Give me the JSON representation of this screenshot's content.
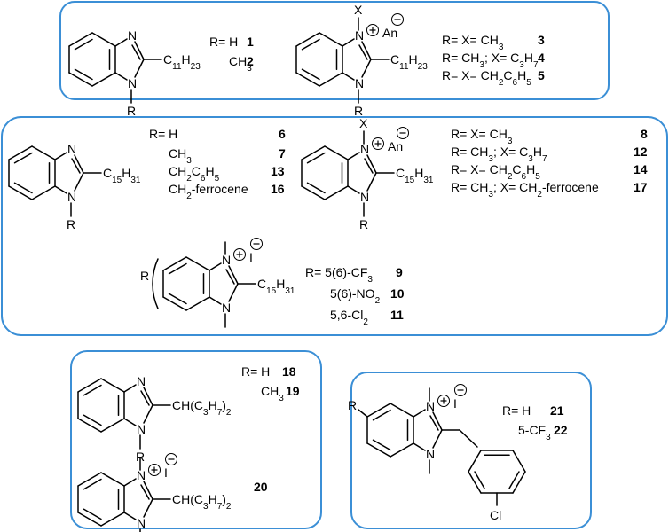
{
  "groups": [
    {
      "id": "g1",
      "entries": [
        {
          "r": "R= H",
          "n": "1"
        },
        {
          "r": "CH3",
          "n": "2"
        },
        {
          "r": "R= X= CH3",
          "n": "3"
        },
        {
          "r": "R= CH3; X= C3H7",
          "n": "4"
        },
        {
          "r": "R= X= CH2C6H5",
          "n": "5"
        }
      ]
    },
    {
      "id": "g2",
      "entries": [
        {
          "r": "R= H",
          "n": "6"
        },
        {
          "r": "CH3",
          "n": "7"
        },
        {
          "r": "CH2C6H5",
          "n": "13"
        },
        {
          "r": "CH2-ferrocene",
          "n": "16"
        },
        {
          "r": "R= X= CH3",
          "n": "8"
        },
        {
          "r": "R= CH3; X= C3H7",
          "n": "12"
        },
        {
          "r": "R= X= CH2C6H5",
          "n": "14"
        },
        {
          "r": "R= CH3; X= CH2-ferrocene",
          "n": "17"
        },
        {
          "r": "R= 5(6)-CF3",
          "n": "9"
        },
        {
          "r": "5(6)-NO2",
          "n": "10"
        },
        {
          "r": "5,6-Cl2",
          "n": "11"
        }
      ]
    },
    {
      "id": "g3",
      "entries": [
        {
          "r": "R= H",
          "n": "18"
        },
        {
          "r": "CH3",
          "n": "19"
        },
        {
          "r": "",
          "n": "20"
        }
      ]
    },
    {
      "id": "g4",
      "entries": [
        {
          "r": "R= H",
          "n": "21"
        },
        {
          "r": "5-CF3",
          "n": "22"
        }
      ]
    }
  ],
  "atoms": {
    "n": "N",
    "r": "R",
    "x": "X",
    "an": "An",
    "i": "I",
    "cl": "Cl",
    "c11": "C11H23",
    "c15": "C15H31",
    "ch": "CH(C3H7)2"
  }
}
